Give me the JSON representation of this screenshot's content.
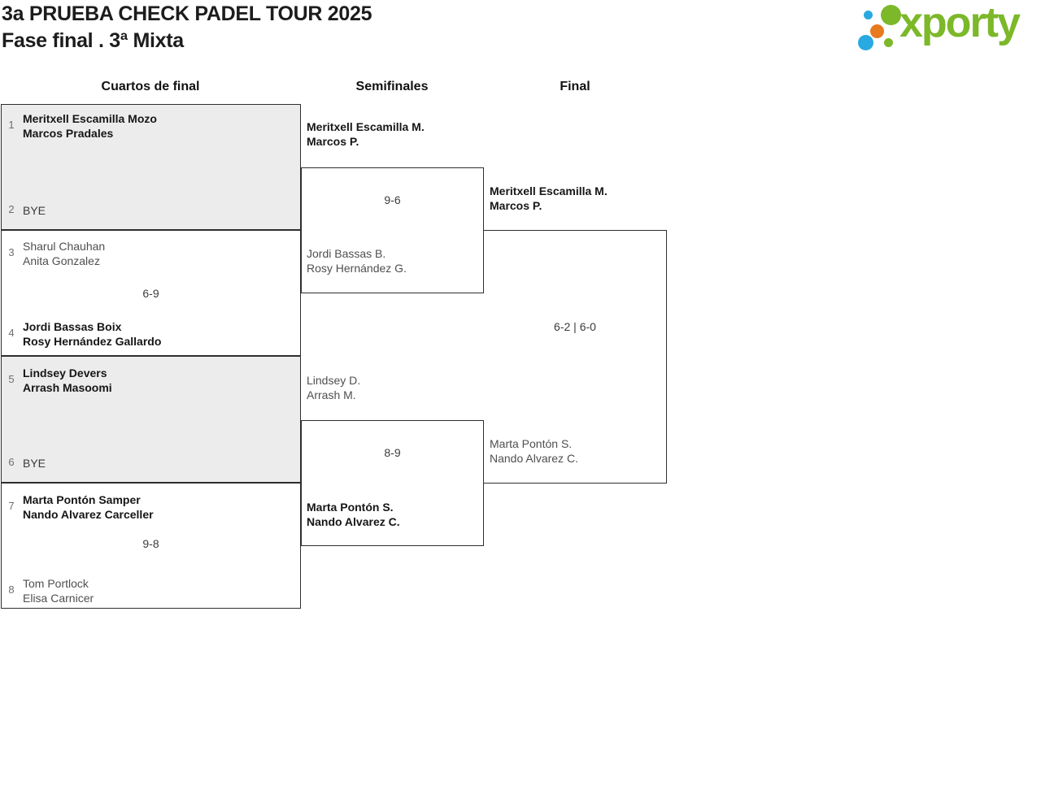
{
  "header": {
    "title": "3a PRUEBA CHECK PADEL TOUR 2025",
    "subtitle": "Fase final . 3ª Mixta"
  },
  "logo": {
    "wordmark": "xporty",
    "colors": {
      "green": "#7cb829",
      "blue": "#29a9e1",
      "orange": "#e8791e"
    }
  },
  "rounds": {
    "quarterfinals_label": "Cuartos de final",
    "semifinals_label": "Semifinales",
    "final_label": "Final"
  },
  "quarterfinals": [
    {
      "top_seed": "1",
      "top_line1": "Meritxell Escamilla Mozo",
      "top_line2": "Marcos Pradales",
      "bottom_seed": "2",
      "bottom_line1": "BYE",
      "score": "",
      "winner": "top"
    },
    {
      "top_seed": "3",
      "top_line1": "Sharul Chauhan",
      "top_line2": "Anita Gonzalez",
      "bottom_seed": "4",
      "bottom_line1": "Jordi Bassas Boix",
      "bottom_line2": "Rosy Hernández Gallardo",
      "score": "6-9",
      "winner": "bottom"
    },
    {
      "top_seed": "5",
      "top_line1": "Lindsey Devers",
      "top_line2": "Arrash Masoomi",
      "bottom_seed": "6",
      "bottom_line1": "BYE",
      "score": "",
      "winner": "top"
    },
    {
      "top_seed": "7",
      "top_line1": "Marta Pontón Samper",
      "top_line2": "Nando Alvarez Carceller",
      "bottom_seed": "8",
      "bottom_line1": "Tom Portlock",
      "bottom_line2": "Elisa Carnicer",
      "score": "9-8",
      "winner": "top"
    }
  ],
  "semifinals": [
    {
      "top_line1": "Meritxell Escamilla M.",
      "top_line2": "Marcos P.",
      "bottom_line1": "Jordi Bassas B.",
      "bottom_line2": "Rosy Hernández G.",
      "score": "9-6",
      "winner": "top"
    },
    {
      "top_line1": "Lindsey D.",
      "top_line2": "Arrash M.",
      "bottom_line1": "Marta Pontón S.",
      "bottom_line2": "Nando Alvarez C.",
      "score": "8-9",
      "winner": "bottom"
    }
  ],
  "final": {
    "top_line1": "Meritxell Escamilla M.",
    "top_line2": "Marcos P.",
    "bottom_line1": "Marta Pontón S.",
    "bottom_line2": "Nando Alvarez C.",
    "score": "6-2 | 6-0",
    "winner": "top"
  },
  "styles": {
    "bye_match_fill": "#ececec",
    "border_color": "#2e2e2e",
    "winner_text": "#161616",
    "loser_text": "#4f4f4f",
    "seed_text": "#6e6e6e"
  }
}
